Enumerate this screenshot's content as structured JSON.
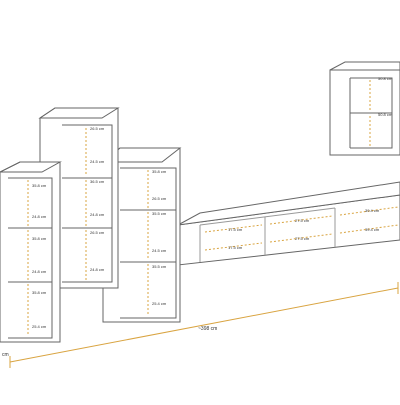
{
  "colors": {
    "outline": "#666666",
    "inner": "#9a9a9a",
    "dimension": "#d9a441",
    "text": "#333333"
  },
  "cabinets": {
    "left_tall": {
      "labels": [
        "35.8 cm",
        "24.8 cm",
        "35.8 cm",
        "24.8 cm",
        "35.8 cm",
        "25.4 cm"
      ]
    },
    "tall_two": {
      "labels": [
        "26.5 cm",
        "24.5 cm",
        "36.5 cm",
        "24.8 cm",
        "26.5 cm",
        "24.8 cm"
      ]
    },
    "tall_three": {
      "labels": [
        "35.8 cm",
        "26.5 cm",
        "35.5 cm",
        "24.5 cm",
        "35.5 cm",
        "25.4 cm"
      ]
    },
    "tv_unit": {
      "labels": [
        "17.5 cm",
        "27.5 cm",
        "39.4 cm",
        "17.5 cm",
        "27.5 cm",
        "39.4 cm"
      ]
    },
    "wall_unit": {
      "labels": [
        "50.8 cm",
        "50.8 cm"
      ]
    }
  },
  "dimensions": {
    "overall_width": "~398 cm",
    "left_edge_label": "cm"
  }
}
